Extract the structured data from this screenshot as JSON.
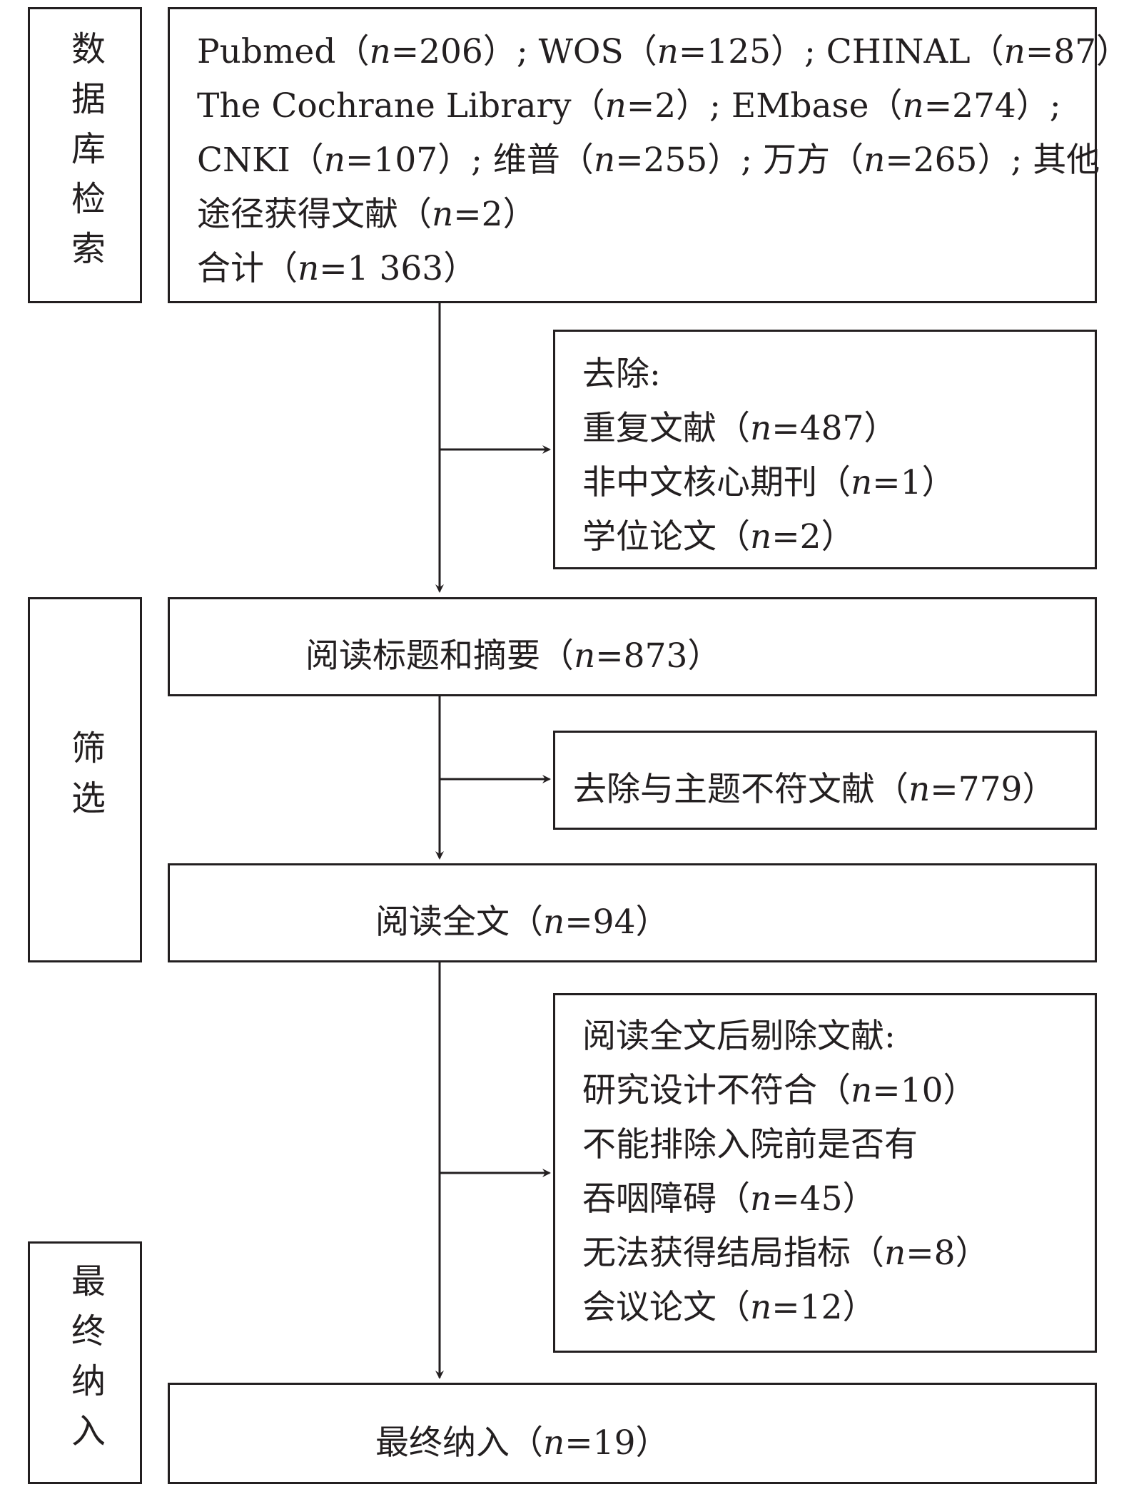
{
  "stages": {
    "search": "数据库检索",
    "screen": "筛选",
    "final": "最终纳入"
  },
  "boxes": {
    "search_results": {
      "lines": [
        "Pubmed（n=206）; WOS（n=125）; CHINAL（n=87）;",
        "The Cochrane Library（n=2）; EMbase（n=274）;",
        "CNKI（n=107）; 维普（n=255）; 万方（n=265）; 其他",
        "途径获得文献（n=2）",
        "合计（n=1 363）"
      ]
    },
    "exclude_1": {
      "lines": [
        "去除:",
        "重复文献（n=487）",
        "非中文核心期刊（n=1）",
        "学位论文（n=2）"
      ]
    },
    "title_abstract": "阅读标题和摘要（n=873）",
    "exclude_2": "去除与主题不符文献（n=779）",
    "full_text": "阅读全文（n=94）",
    "exclude_3": {
      "lines": [
        "阅读全文后剔除文献:",
        "研究设计不符合（n=10）",
        "不能排除入院前是否有",
        "吞咽障碍（n=45）",
        "无法获得结局指标（n=8）",
        "会议论文（n=12）"
      ]
    },
    "final_included": "最终纳入（n=19）"
  }
}
